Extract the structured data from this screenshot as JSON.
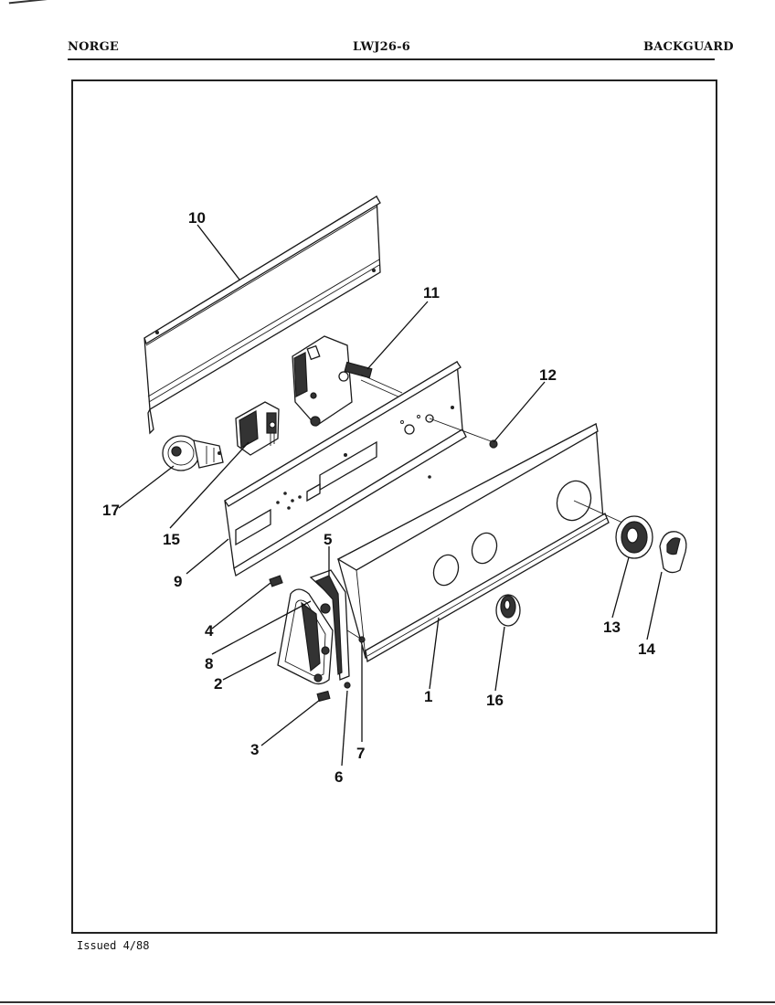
{
  "header": {
    "brand": "NORGE",
    "model": "LWJ26-6",
    "section": "BACKGUARD"
  },
  "footer": {
    "issued": "Issued 4/88"
  },
  "callouts": {
    "c1": "1",
    "c2": "2",
    "c3": "3",
    "c4": "4",
    "c5": "5",
    "c6": "6",
    "c7": "7",
    "c8": "8",
    "c9": "9",
    "c10": "10",
    "c11": "11",
    "c12": "12",
    "c13": "13",
    "c14": "14",
    "c15": "15",
    "c16": "16",
    "c17": "17"
  }
}
